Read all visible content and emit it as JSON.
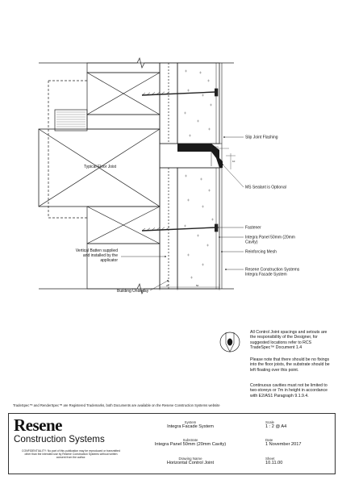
{
  "callouts": {
    "slip_joint": "Slip Joint Flashing",
    "dim_a": "8mm",
    "dim_b": "10",
    "floor_joist": "Typical Floor Joist",
    "ms_sealant": "MS Sealant is Optional",
    "fastener": "Fastener",
    "panel_l1": "Integra Panel 50mm (20mm",
    "panel_l2": "Cavity)",
    "mesh": "Reinforcing Mesh",
    "batten_l1": "Vertical Batten supplied",
    "batten_l2": "and installed by the",
    "batten_l3": "applicator",
    "resene_l1": "Resene Construction Systems",
    "resene_l2": "Integra Facade System",
    "underlay": "Building Underlay",
    "dim_c": "20",
    "dim_d": "50"
  },
  "notes": {
    "note1": "All Control Joint spacings and setouts are the responsibility of the Designer, for suggested locations refer to RCS TradeSpec™ Document 1.4",
    "note2": "Please note that there should be no fixings into the floor joists, the substrate should be left floating over this point.",
    "note3": "Continuous cavities must not be limited to two-storeys or 7m in height in accordance with E2/AS1 Paragraph 9.1.9.4."
  },
  "trademark": "TradeSpec™ and RenderSpec™ are Registered Trademarks, both Documents are available on the Resene Construction Systems website",
  "titleblock": {
    "brand_main": "Resene",
    "brand_sub": "Construction Systems",
    "confidentiality": "CONFIDENTIALITY: No part of this publication may be reproduced or transmitted other than the intended use by Resene Construction Systems without written consent from the author.",
    "system_head": "System",
    "system_val": "Integra Facade System",
    "substrate_head": "Substrate",
    "substrate_val": "Integra Panel 50mm (20mm Cavity)",
    "drawing_head": "Drawing Name",
    "drawing_val": "Horizontal Control Joint",
    "scale_head": "Scale",
    "scale_val": "1 : 2 @ A4",
    "date_head": "Date",
    "date_val": "1 November 2017",
    "sheet_head": "Sheet",
    "sheet_val": "10.11.00"
  },
  "colors": {
    "line": "#222222",
    "hatch": "#555555",
    "fill_dark": "#1a1a1a"
  }
}
